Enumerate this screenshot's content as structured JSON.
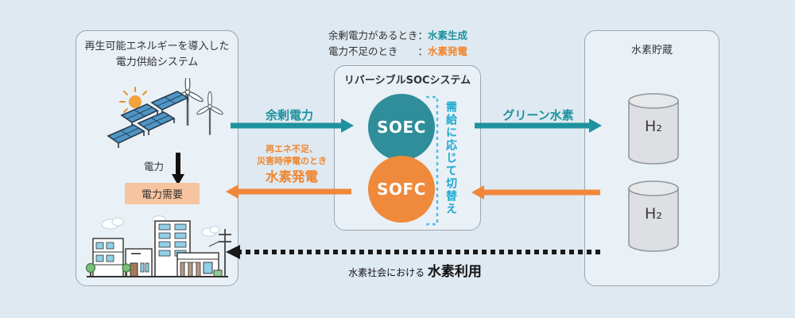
{
  "palette": {
    "background": "#dfe9f1",
    "box_background": "#e9f0f6",
    "box_border": "#9ba6ae",
    "teal": "#1f929f",
    "teal_circle": "#2f8e99",
    "orange": "#f0873a",
    "orange_circle": "#ef8a3c",
    "light_blue_note": "#1ca9cf",
    "bracket_blue": "#4fbee3",
    "demand_box_bg": "#f6c49e",
    "dark_text": "#333333",
    "dotted_arrow": "#1a1a1a",
    "tank_fill": "#dddfe2",
    "tank_border": "#8f989f"
  },
  "left_box": {
    "title_line1": "再生可能エネルギーを導入した",
    "title_line2": "電力供給システム",
    "power_label": "電力",
    "demand_label": "電力需要"
  },
  "legend": {
    "row1_label": "余剰電力があるとき：",
    "row1_value": "水素生成",
    "row2_label": "電力不足のとき　　：",
    "row2_value": "水素発電"
  },
  "soc_box": {
    "title": "リバーシブルSOCシステム",
    "soec_label": "SOEC",
    "sofc_label": "SOFC",
    "switch_note": "需給に応じて切替え"
  },
  "right_box": {
    "title": "水素貯蔵",
    "tank1_label": "H₂",
    "tank2_label": "H₂"
  },
  "arrows": {
    "surplus_label": "余剰電力",
    "green_hydrogen_label": "グリーン水素",
    "shortage_line1": "再エネ不足、",
    "shortage_line2": "災害時停電のとき",
    "shortage_line3": "水素発電",
    "usage_prefix": "水素社会における ",
    "usage_main": "水素利用"
  }
}
